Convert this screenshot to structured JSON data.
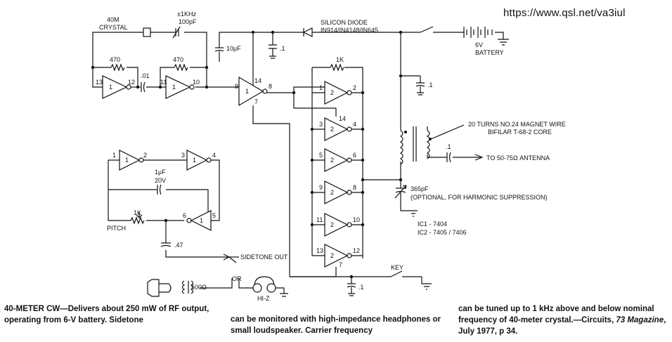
{
  "url": "https://www.qsl.net/va3iul",
  "labels": {
    "crystal_a": "40M",
    "crystal_b": "CRYSTAL",
    "trim_a": "±1KHz",
    "trim_b": "100pF",
    "r470a": "470",
    "r470b": "470",
    "c01": ".01",
    "c10uf": "10µF",
    "c1a": ".1",
    "diode_a": "SILICON DIODE",
    "diode_b": "IN914/IN4148/IN645",
    "bat_a": "6V",
    "bat_b": "BATTERY",
    "r1k": "1K",
    "c1b": ".1",
    "coil_a": "20 TURNS NO.24 MAGNET WIRE",
    "coil_b": "BIFILAR T-68-2 CORE",
    "c1c": ".1",
    "antenna": "TO 50-75Ω ANTENNA",
    "c365a": "365pF",
    "c365b": "(OPTIONAL, FOR HARMONIC SUPPRESSION)",
    "ic1": "IC1 - 7404",
    "ic2": "IC2 - 7405 / 7406",
    "c1uf_a": "1µF",
    "c1uf_b": "20V",
    "pitch_r": "1K",
    "pitch": "PITCH",
    "c47": ".47",
    "sidetone": "SIDETONE OUT",
    "c500": "500Ω",
    "or": "OR",
    "hiz": "HI-Z",
    "key": "KEY",
    "c1d": ".1"
  },
  "pins": {
    "p13": "13",
    "p12": "12",
    "p11": "11",
    "p10": "10",
    "p9": "9",
    "p8": "8",
    "p14": "14",
    "p7": "7",
    "o1": "1",
    "o2": "2",
    "o3": "3",
    "o4": "4",
    "o5": "5",
    "o6": "6",
    "o9": "9",
    "o8": "8",
    "o11": "11",
    "o10": "10",
    "o13": "13",
    "o12": "12",
    "o14": "14",
    "o7": "7",
    "s1": "1",
    "s2": "2",
    "s3": "3",
    "s4": "4",
    "s5": "5",
    "s6": "6"
  },
  "gates": {
    "g_a": "1",
    "g_b": "1",
    "g_c": "1",
    "g2_1": "2",
    "g2_2": "2",
    "g2_3": "2",
    "g2_4": "2",
    "g2_5": "2",
    "g2_6": "2",
    "s_a": "1",
    "s_b": "1",
    "s_c": "1"
  },
  "caption": {
    "col1": "40-METER CW—Delivers about 250 mW of RF output, operating from 6-V battery. Sidetone",
    "col2": "can be monitored with high-impedance headphones or small loudspeaker. Carrier frequency",
    "col3_a": "can be tuned up to 1 kHz above and below nominal frequency of 40-meter crystal.—Circuits, ",
    "col3_b": "73 Magazine",
    "col3_c": ", July 1977, p 34."
  }
}
